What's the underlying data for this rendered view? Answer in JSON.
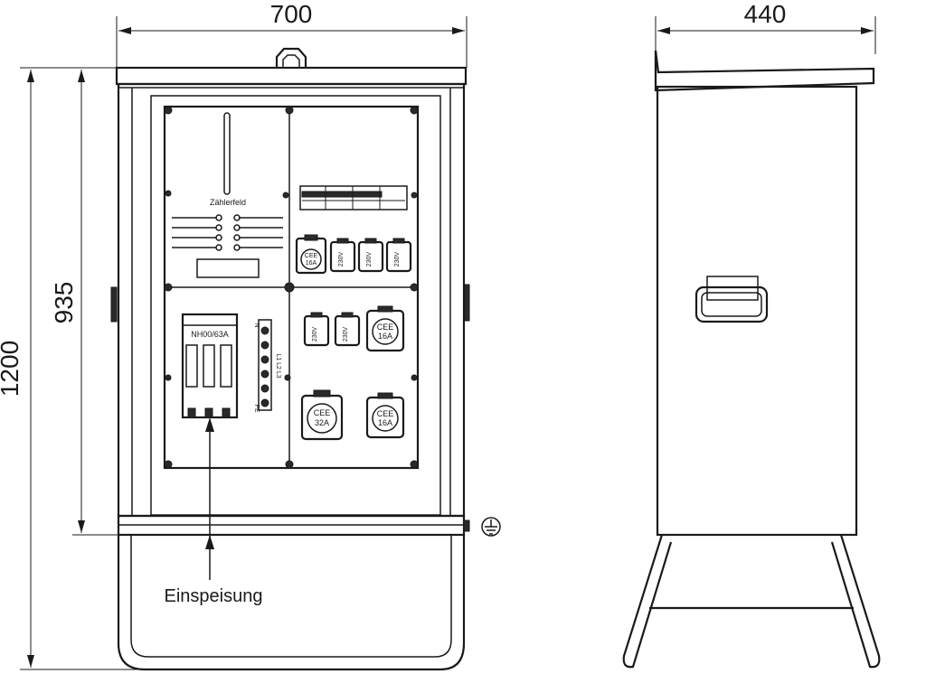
{
  "dimensions": {
    "front_width": "700",
    "side_width": "440",
    "total_height": "1200",
    "cabinet_height": "935"
  },
  "labels": {
    "meter_field": "Zählerfeld",
    "fuse": "NH00/63A",
    "feed_in": "Einspeisung",
    "socket_cee_32": "CEE\n32A",
    "socket_cee_16": "CEE\n16A",
    "socket_schuko": "230V",
    "terminal_n": "N",
    "terminal_pe": "PE",
    "terminal_l": "L1 L2 L3"
  },
  "icons": {
    "ground": "ground-symbol-icon",
    "lifting_eye": "lifting-eye-icon",
    "handle": "handle-icon"
  },
  "colors": {
    "line": "#1a1a1a",
    "background": "#ffffff"
  }
}
